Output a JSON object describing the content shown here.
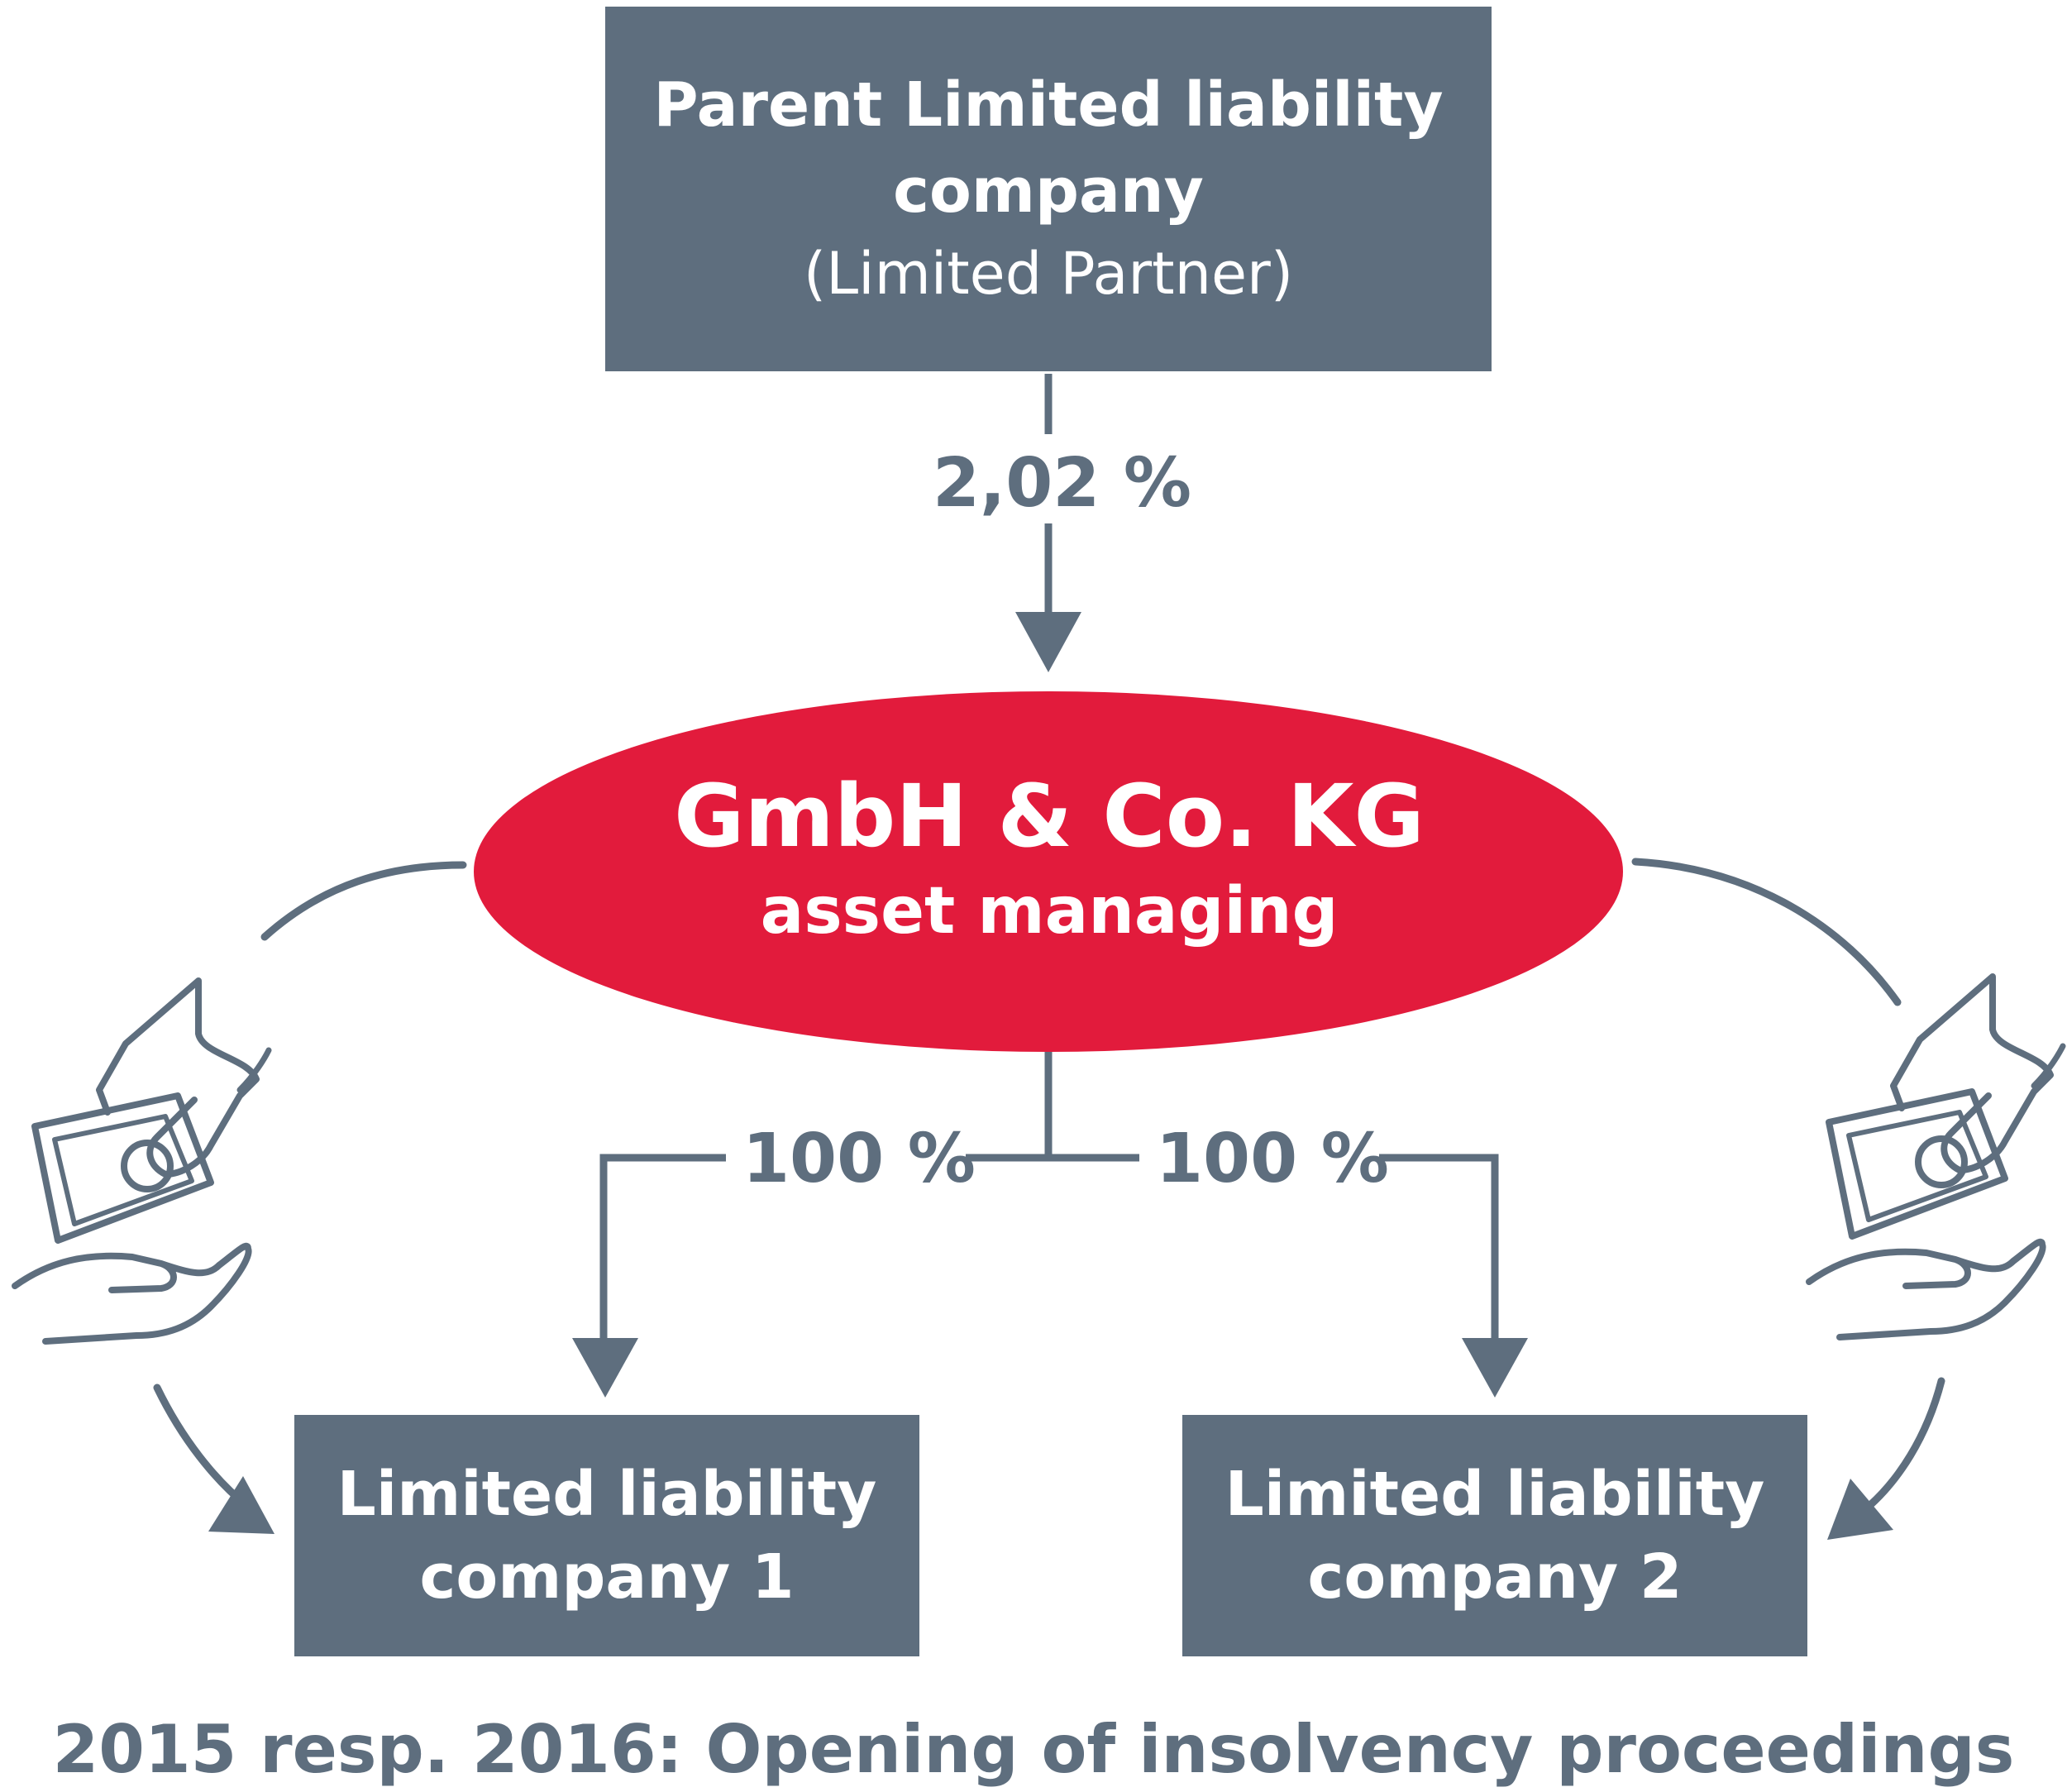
{
  "parent": {
    "line1": "Parent Limited liability",
    "line2": "company",
    "line3": "(Limited Partner)"
  },
  "ownership": {
    "parent_to_kg": "2,02 %",
    "kg_to_company1": "100 %",
    "kg_to_company2": "100 %"
  },
  "kg": {
    "name": "GmbH & Co. KG",
    "subtitle": "asset managing"
  },
  "company1": {
    "line1": "Limited liability",
    "line2": "company 1"
  },
  "company2": {
    "line1": "Limited liability",
    "line2": "company 2"
  },
  "footer": "2015 resp. 2016: Opening of insolvency proceedings",
  "icons": [
    "money-handover-icon-left",
    "money-handover-icon-right"
  ],
  "colors": {
    "box_fill": "#5e6e7e",
    "ellipse_fill": "#e21b3c",
    "text_on_fill": "#ffffff",
    "connector": "#5e6e7e"
  }
}
